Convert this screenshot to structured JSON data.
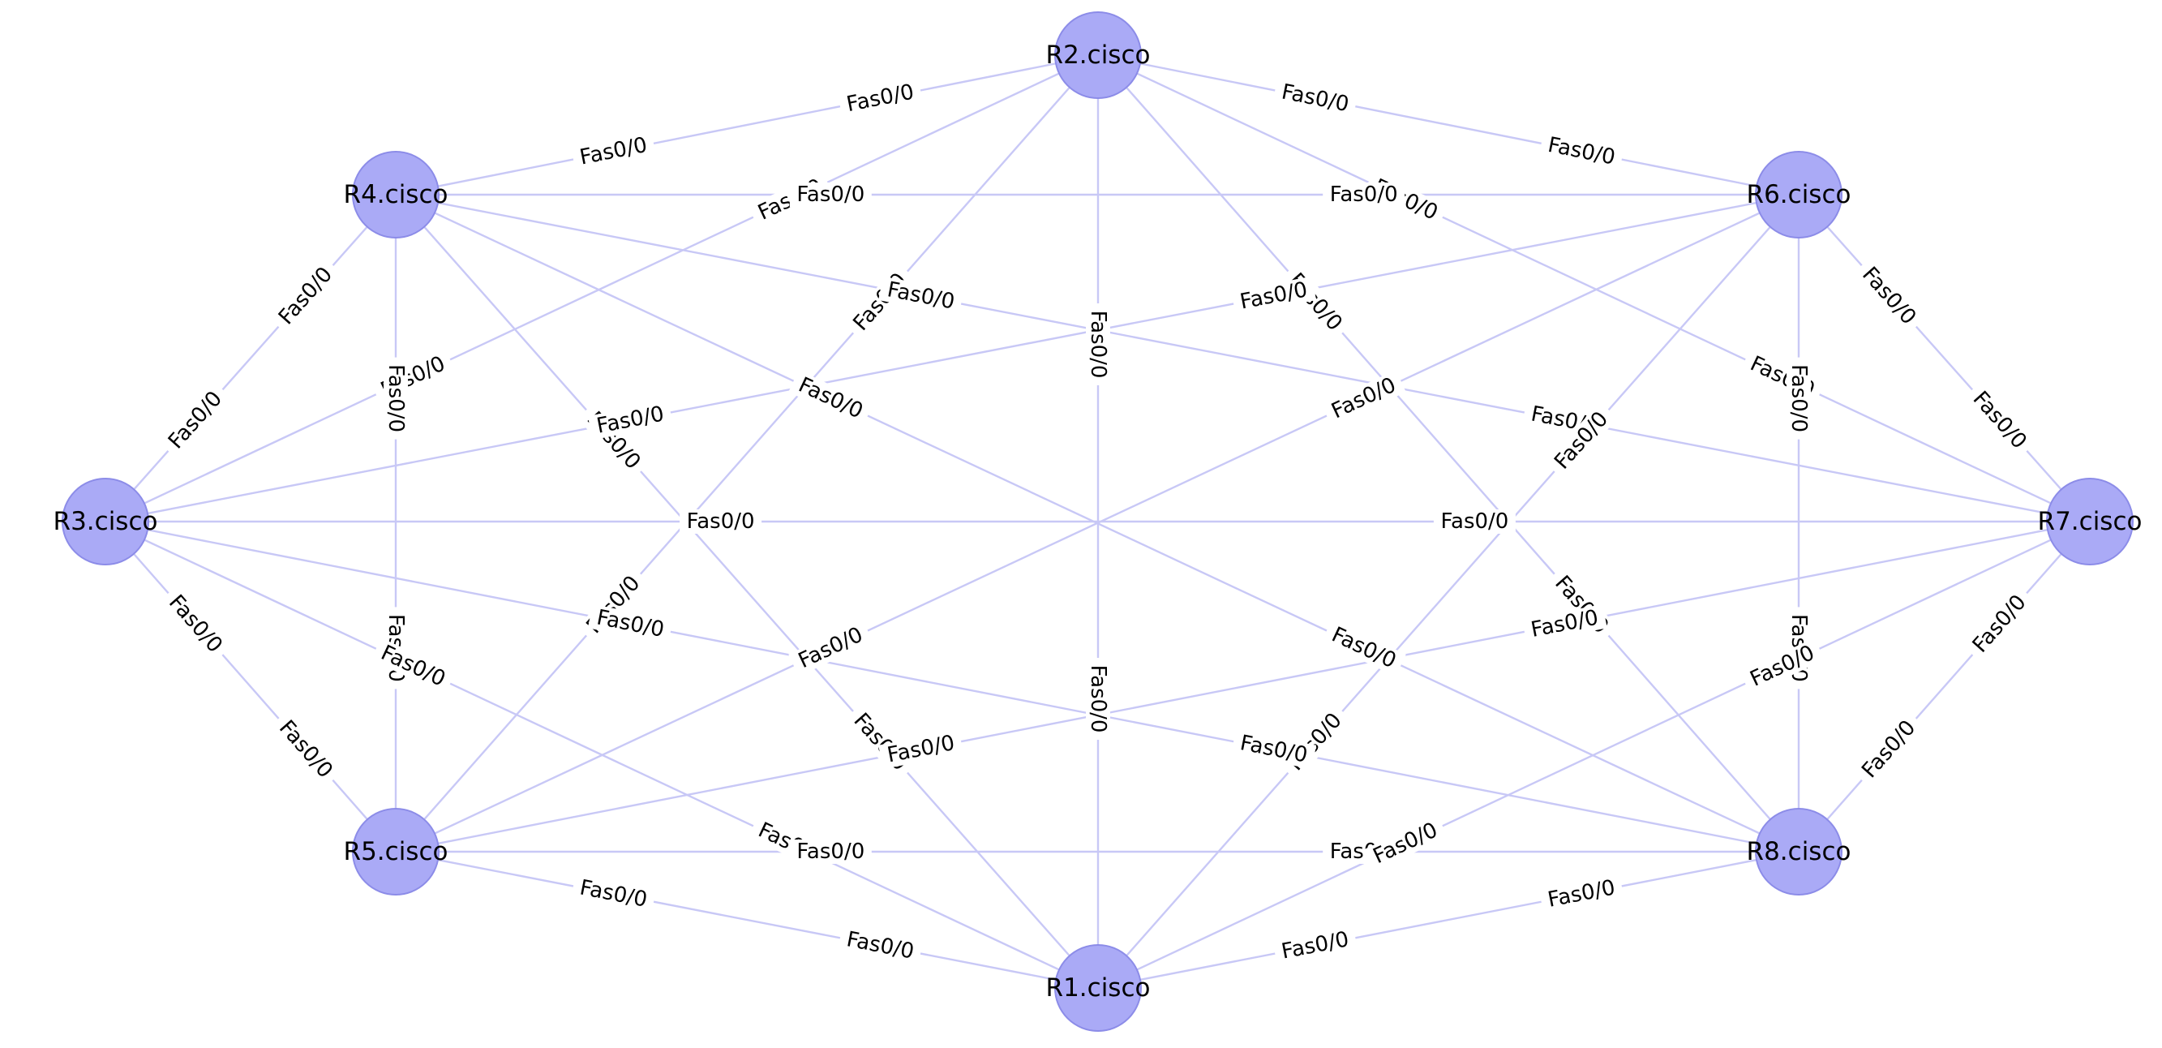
{
  "colors": {
    "node_fill": "#aaaaf6",
    "node_stroke": "#8c8ce8",
    "edge": "#c8c8f6",
    "text": "#000000",
    "background": "#ffffff"
  },
  "nodes": [
    {
      "id": "R1",
      "label": "R1.cisco"
    },
    {
      "id": "R2",
      "label": "R2.cisco"
    },
    {
      "id": "R3",
      "label": "R3.cisco"
    },
    {
      "id": "R4",
      "label": "R4.cisco"
    },
    {
      "id": "R5",
      "label": "R5.cisco"
    },
    {
      "id": "R6",
      "label": "R6.cisco"
    },
    {
      "id": "R7",
      "label": "R7.cisco"
    },
    {
      "id": "R8",
      "label": "R8.cisco"
    }
  ],
  "edges": [
    {
      "source": "R2",
      "target": "R4",
      "src_label": "Fas0/0",
      "tgt_label": "Fas0/0"
    },
    {
      "source": "R2",
      "target": "R6",
      "src_label": "Fas0/0",
      "tgt_label": "Fas0/0"
    },
    {
      "source": "R2",
      "target": "R3",
      "src_label": "Fas0/0",
      "tgt_label": "Fas0/0"
    },
    {
      "source": "R2",
      "target": "R5",
      "src_label": "Fas0/0",
      "tgt_label": "Fas0/0"
    },
    {
      "source": "R2",
      "target": "R1",
      "src_label": "Fas0/0",
      "tgt_label": "Fas0/0"
    },
    {
      "source": "R2",
      "target": "R8",
      "src_label": "Fas0/0",
      "tgt_label": "Fas0/0"
    },
    {
      "source": "R2",
      "target": "R7",
      "src_label": "Fas0/0",
      "tgt_label": "Fas0/0"
    },
    {
      "source": "R4",
      "target": "R6",
      "src_label": "Fas0/0",
      "tgt_label": "Fas0/0"
    },
    {
      "source": "R4",
      "target": "R3",
      "src_label": "Fas0/0",
      "tgt_label": "Fas0/0"
    },
    {
      "source": "R4",
      "target": "R5",
      "src_label": "Fas0/0",
      "tgt_label": "Fas0/0"
    },
    {
      "source": "R4",
      "target": "R1",
      "src_label": "Fas0/0",
      "tgt_label": "Fas0/0"
    },
    {
      "source": "R4",
      "target": "R8",
      "src_label": "Fas0/0",
      "tgt_label": "Fas0/0"
    },
    {
      "source": "R4",
      "target": "R7",
      "src_label": "Fas0/0",
      "tgt_label": "Fas0/0"
    },
    {
      "source": "R6",
      "target": "R3",
      "src_label": "Fas0/0",
      "tgt_label": "Fas0/0"
    },
    {
      "source": "R6",
      "target": "R5",
      "src_label": "Fas0/0",
      "tgt_label": "Fas0/0"
    },
    {
      "source": "R6",
      "target": "R1",
      "src_label": "Fas0/0",
      "tgt_label": "Fas0/0"
    },
    {
      "source": "R6",
      "target": "R8",
      "src_label": "Fas0/0",
      "tgt_label": "Fas0/0"
    },
    {
      "source": "R6",
      "target": "R7",
      "src_label": "Fas0/0",
      "tgt_label": "Fas0/0"
    },
    {
      "source": "R3",
      "target": "R7",
      "src_label": "Fas0/0",
      "tgt_label": "Fas0/0"
    },
    {
      "source": "R3",
      "target": "R5",
      "src_label": "Fas0/0",
      "tgt_label": "Fas0/0"
    },
    {
      "source": "R3",
      "target": "R1",
      "src_label": "Fas0/0",
      "tgt_label": "Fas0/0"
    },
    {
      "source": "R3",
      "target": "R8",
      "src_label": "Fas0/0",
      "tgt_label": "Fas0/0"
    },
    {
      "source": "R5",
      "target": "R1",
      "src_label": "Fas0/0",
      "tgt_label": "Fas0/0"
    },
    {
      "source": "R5",
      "target": "R8",
      "src_label": "Fas0/0",
      "tgt_label": "Fas0/0"
    },
    {
      "source": "R5",
      "target": "R7",
      "src_label": "Fas0/0",
      "tgt_label": "Fas0/0"
    },
    {
      "source": "R1",
      "target": "R8",
      "src_label": "Fas0/0",
      "tgt_label": "Fas0/0"
    },
    {
      "source": "R1",
      "target": "R7",
      "src_label": "Fas0/0",
      "tgt_label": "Fas0/0"
    },
    {
      "source": "R8",
      "target": "R7",
      "src_label": "Fas0/0",
      "tgt_label": "Fas0/0"
    }
  ]
}
